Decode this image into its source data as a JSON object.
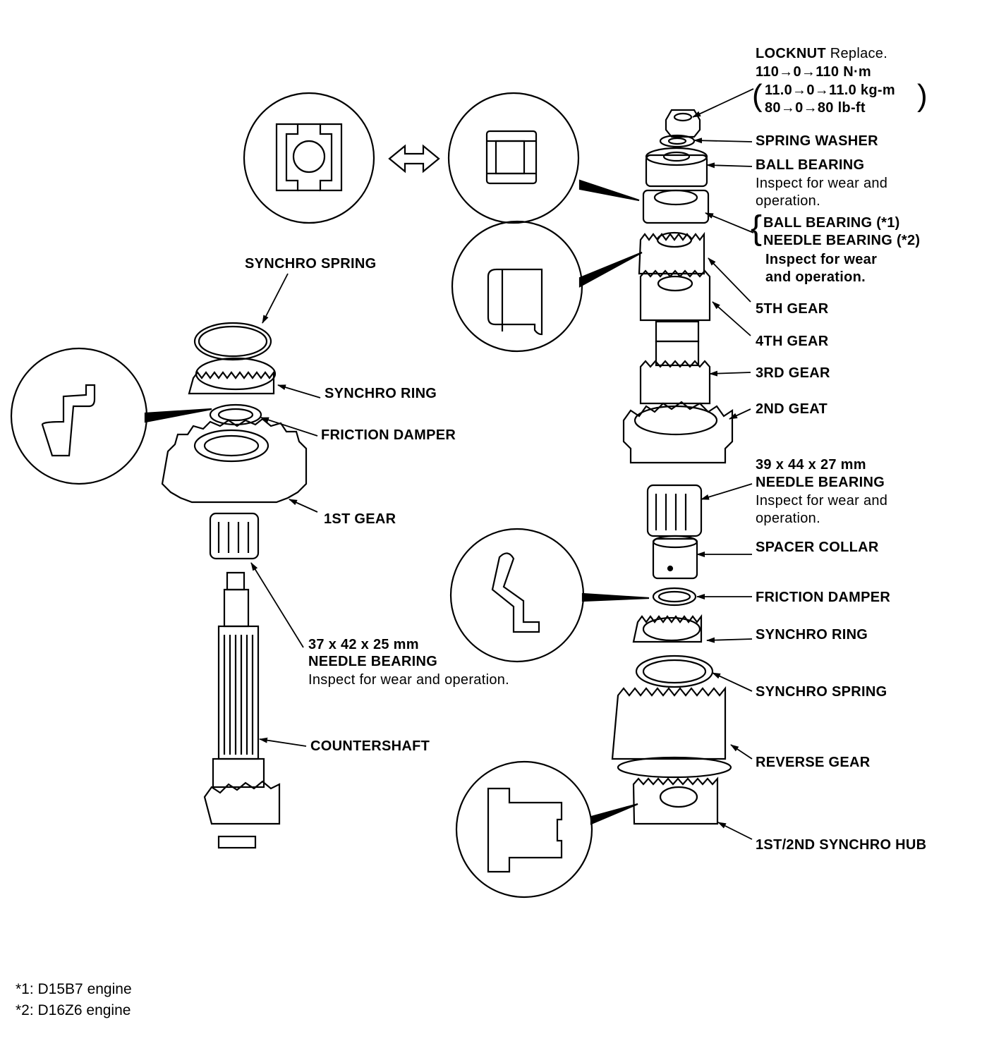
{
  "mainshaft": {
    "locknut": {
      "name": "LOCKNUT",
      "note": "Replace.",
      "torque_nm": "110→0→110 N·m",
      "torque_kgm": "11.0→0→11.0 kg-m",
      "torque_lbft": "80→0→80 lb-ft"
    },
    "spring_washer": "SPRING WASHER",
    "ball_bearing": {
      "name": "BALL BEARING",
      "note1": "Inspect for wear and",
      "note2": "operation."
    },
    "bearing_alt": {
      "name1": "BALL BEARING (*1)",
      "name2": "NEEDLE BEARING (*2)",
      "note1": "Inspect for wear",
      "note2": "and operation."
    },
    "gear_5th": "5TH GEAR",
    "gear_4th": "4TH GEAR",
    "gear_3rd": "3RD GEAR",
    "gear_2nd": "2ND GEAT",
    "needle_bearing": {
      "size": "39 x 44 x 27 mm",
      "name": "NEEDLE BEARING",
      "note1": "Inspect for wear and",
      "note2": "operation."
    },
    "spacer_collar": "SPACER COLLAR",
    "friction_damper": "FRICTION DAMPER",
    "synchro_ring": "SYNCHRO RING",
    "synchro_spring": "SYNCHRO SPRING",
    "reverse_gear": "REVERSE GEAR",
    "synchro_hub": "1ST/2ND SYNCHRO HUB"
  },
  "countershaft": {
    "synchro_spring": "SYNCHRO SPRING",
    "synchro_ring": "SYNCHRO RING",
    "friction_damper": "FRICTION DAMPER",
    "gear_1st": "1ST GEAR",
    "needle_bearing": {
      "size": "37 x 42 x 25 mm",
      "name": "NEEDLE BEARING",
      "note": "Inspect for wear and operation."
    },
    "shaft": "COUNTERSHAFT"
  },
  "footnotes": [
    "*1: D15B7 engine",
    "*2: D16Z6 engine"
  ]
}
